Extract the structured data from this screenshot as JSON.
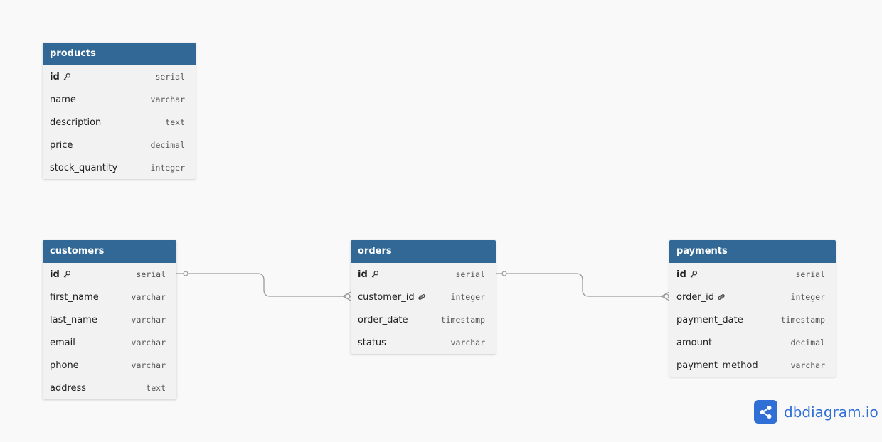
{
  "tables": {
    "products": {
      "title": "products",
      "fields": [
        {
          "name": "id",
          "type": "serial",
          "pk": true
        },
        {
          "name": "name",
          "type": "varchar"
        },
        {
          "name": "description",
          "type": "text"
        },
        {
          "name": "price",
          "type": "decimal"
        },
        {
          "name": "stock_quantity",
          "type": "integer"
        }
      ]
    },
    "customers": {
      "title": "customers",
      "fields": [
        {
          "name": "id",
          "type": "serial",
          "pk": true
        },
        {
          "name": "first_name",
          "type": "varchar"
        },
        {
          "name": "last_name",
          "type": "varchar"
        },
        {
          "name": "email",
          "type": "varchar"
        },
        {
          "name": "phone",
          "type": "varchar"
        },
        {
          "name": "address",
          "type": "text"
        }
      ]
    },
    "orders": {
      "title": "orders",
      "fields": [
        {
          "name": "id",
          "type": "serial",
          "pk": true
        },
        {
          "name": "customer_id",
          "type": "integer",
          "fk": true
        },
        {
          "name": "order_date",
          "type": "timestamp"
        },
        {
          "name": "status",
          "type": "varchar"
        }
      ]
    },
    "payments": {
      "title": "payments",
      "fields": [
        {
          "name": "id",
          "type": "serial",
          "pk": true
        },
        {
          "name": "order_id",
          "type": "integer",
          "fk": true
        },
        {
          "name": "payment_date",
          "type": "timestamp"
        },
        {
          "name": "amount",
          "type": "decimal"
        },
        {
          "name": "payment_method",
          "type": "varchar"
        }
      ]
    }
  },
  "relations": [
    {
      "from": "customers.id",
      "to": "orders.customer_id",
      "cardinality": "one-to-many"
    },
    {
      "from": "orders.id",
      "to": "payments.order_id",
      "cardinality": "one-to-many"
    }
  ],
  "brand": {
    "name": "dbdiagram.io",
    "icon": "share-nodes-icon"
  },
  "colors": {
    "header": "#316896",
    "table_body": "#f2f2f2",
    "connector": "#9a9a9a",
    "brand": "#2f6fd6"
  }
}
